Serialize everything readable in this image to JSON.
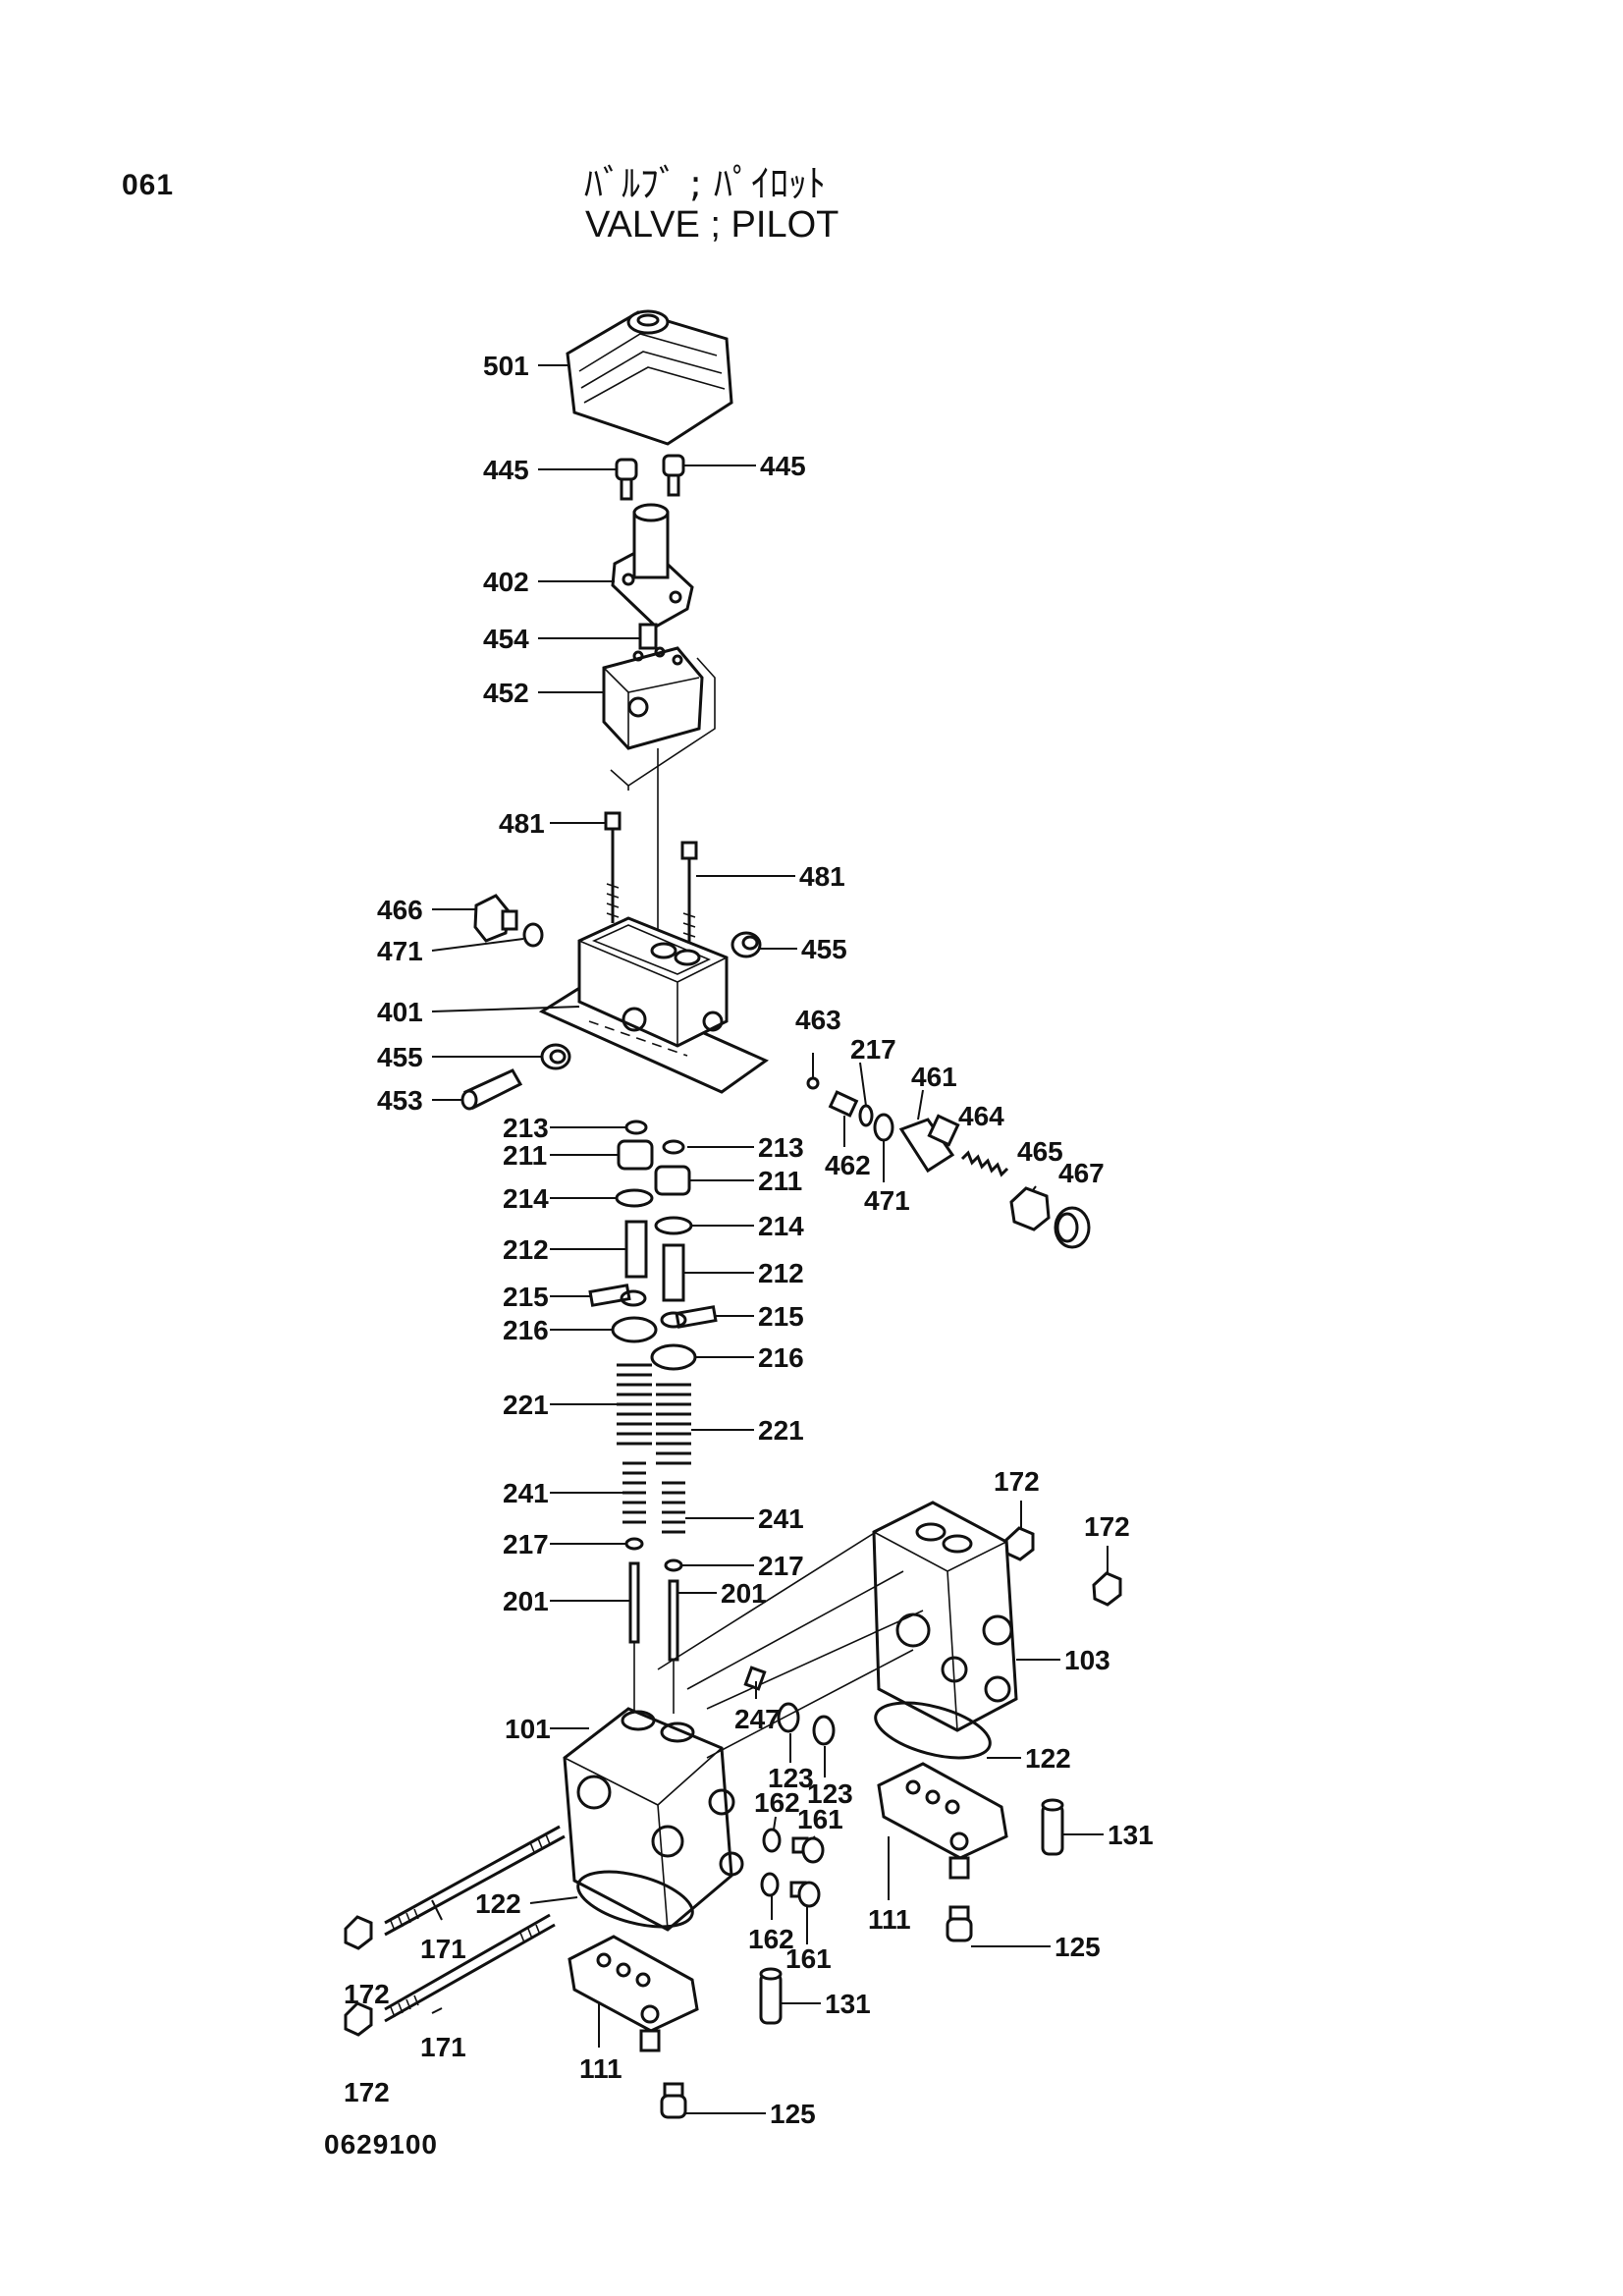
{
  "page_number": "061",
  "title": {
    "japanese": "ﾊﾞﾙﾌﾞ ; ﾊﾟｲﾛｯﾄ",
    "english": "VALVE ; PILOT"
  },
  "drawing_number": "0629100",
  "callouts": {
    "c501": "501",
    "c445a": "445",
    "c445b": "445",
    "c402": "402",
    "c454": "454",
    "c452": "452",
    "c481a": "481",
    "c481b": "481",
    "c466": "466",
    "c471a": "471",
    "c455a": "455",
    "c401": "401",
    "c455b": "455",
    "c453": "453",
    "c463": "463",
    "c217a": "217",
    "c461": "461",
    "c464": "464",
    "c465": "465",
    "c467": "467",
    "c462": "462",
    "c471b": "471",
    "c213a": "213",
    "c213b": "213",
    "c211a": "211",
    "c211b": "211",
    "c214a": "214",
    "c214b": "214",
    "c212a": "212",
    "c212b": "212",
    "c215a": "215",
    "c215b": "215",
    "c216a": "216",
    "c216b": "216",
    "c221a": "221",
    "c221b": "221",
    "c241a": "241",
    "c241b": "241",
    "c217b": "217",
    "c217c": "217",
    "c201a": "201",
    "c201b": "201",
    "c172a": "172",
    "c172b": "172",
    "c103": "103",
    "c101": "101",
    "c247": "247",
    "c123a": "123",
    "c123b": "123",
    "c122a": "122",
    "c122b": "122",
    "c162a": "162",
    "c162b": "162",
    "c161a": "161",
    "c161b": "161",
    "c131a": "131",
    "c131b": "131",
    "c111a": "111",
    "c111b": "111",
    "c125a": "125",
    "c125b": "125",
    "c171a": "171",
    "c171b": "171",
    "c172c": "172",
    "c172d": "172"
  }
}
